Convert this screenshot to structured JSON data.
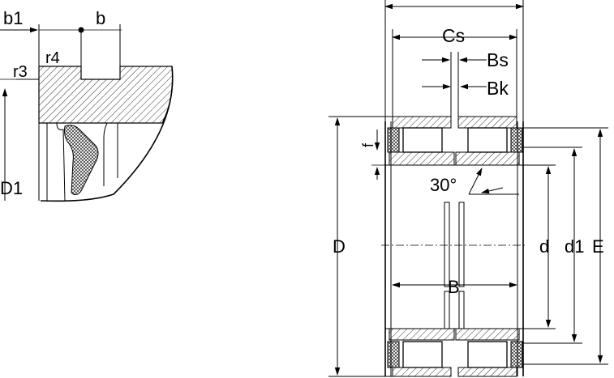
{
  "detail_view": {
    "labels": {
      "b1": "b1",
      "b": "b",
      "r4": "r4",
      "r3": "r3",
      "D1": "D1"
    }
  },
  "main_view": {
    "labels": {
      "Cs": "Cs",
      "Bs": "Bs",
      "Bk": "Bk",
      "f": "f",
      "angle": "30°",
      "D": "D",
      "d": "d",
      "d1": "d1",
      "E": "E",
      "B": "B"
    }
  }
}
